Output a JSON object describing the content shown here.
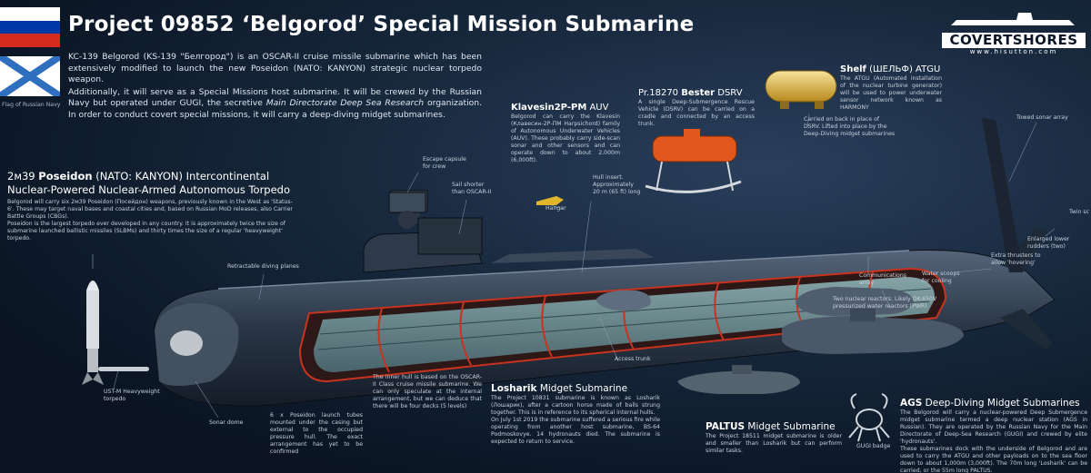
{
  "title": "Project 09852 ‘Belgorod’ Special Mission Submarine",
  "flag_caption": "Flag of Russian Navy",
  "intro": {
    "p1": "KC-139 Belgorod (KS-139 \"Белгород\") is an OSCAR-II cruise missile submarine which has been extensively modified to launch the new Poseidon (NATO: KANYON) strategic nuclear torpedo weapon.",
    "p2_pre": "Additionally, it will serve as a Special Missions host submarine. It will be crewed by the Russian Navy but operated under GUGI, the secretive ",
    "p2_em": "Main Directorate Deep Sea Research",
    "p2_post": " organization. In order to conduct covert special missions, it will carry a deep-diving midget submarines."
  },
  "logo": {
    "name": "COVERTSHORES",
    "url": "www.hisutton.com"
  },
  "poseidon": {
    "title_code": "2м39",
    "title_bold": "Poseidon",
    "title_rest": " (NATO: KANYON) Intercontinental",
    "subtitle": "Nuclear-Powered Nuclear-Armed Autonomous Torpedo",
    "body1": "Belgorod will carry six 2м39 Poseidon (Посейдон) weapons, previously known in the West as 'Status-6'. These may target naval bases and coastal cities and, based on Russian MoD releases, also Carrier Battle Groups (CBGs).",
    "body2": "Poseidon is the largest torpedo ever developed in any country. It is approximately twice the size of submarine launched ballistic missiles (SLBMs) and thirty times the size of a regular 'heavyweight' torpedo."
  },
  "labels": {
    "escape_capsule": "Escape capsule\nfor crew",
    "sail_shorter": "Sail shorter\nthan OSCAR-II",
    "retractable_planes": "Retractable diving planes",
    "hangar": "Hangar",
    "hull_insert": "Hull insert.\nApproximately\n20 m (65 ft) long",
    "towed_array": "Towed sonar array",
    "twin_screws": "Twin sc",
    "enlarged_rudders": "Enlarged lower\nrudders (two)",
    "thrusters": "Extra thrusters to\nallow 'hovering'",
    "comms_array": "Communications\narray",
    "water_scoops": "Water scoops\nfor cooling",
    "reactors": "Two nuclear reactors. Likely OK-650V\npressurized water reactors (PWR)",
    "access_trunk": "Access trunk",
    "sonar_dome": "Sonar dome",
    "torpedo": "UST-M Heavyweight\ntorpedo",
    "launch_tubes": "6 x Poseidon launch tubes mounted under the casing but external to the occupied pressure hull. The exact arrangement has yet to be confirmed",
    "inner_hull": "The inner hull is based on the OSCAR-II Class cruise missile submarine. We can only speculate at the internal arrangement, but we can deduce that there will be four decks (5 levels)"
  },
  "klavesin": {
    "title": "Klavesin2P-PM",
    "title_suffix": " AUV",
    "body": "Belgorod can carry the Klavesin (Клавесин-2Р-ПМ Harpsichord) family of Autonomous Underwater Vehicles (AUV). These probably carry side-scan sonar and other sensors and can operate down to about 2,000m (6,000ft)."
  },
  "bester": {
    "title_pre": "Pr.18270 ",
    "title_bold": "Bester",
    "title_suffix": " DSRV",
    "body": "A single Deep-Submergence Rescue Vehicle (DSRV) can be carried on a cradle and connected by an access trunk."
  },
  "shelf": {
    "title_bold": "Shelf",
    "title_rest": " (ШЕЛЬФ) ATGU",
    "body": "The ATGU (Automated installation of the nuclear turbine generator) will be used to power underwater sensor network known as HARMONY",
    "note": "Carried on back in place of DSRV. Lifted into place by the Deep-Diving midget submarines"
  },
  "losharik": {
    "title_bold": "Losharik",
    "title_rest": " Midget Submarine",
    "body1": "The Project 10831 submarine is known as Losharik (Лошарик), after a cartoon horse made of balls strung together. This is in reference to its spherical internal hulls.",
    "body2": "On July 1st 2019 the submarine suffered a serious fire while operating from another host submarine, BS-64 Podmoskovye. 14 hydronauts died. The submarine is expected to return to service."
  },
  "paltus": {
    "title_bold": "PALTUS",
    "title_rest": " Midget Submarine",
    "body": "The Project 18511 midget submarine is older and smaller than Losharik but can perform similar tasks."
  },
  "ags": {
    "title_bold": "AGS",
    "title_rest": " Deep-Diving Midget Submarines",
    "body1": "The Belgorod will carry a nuclear-powered Deep Submergence midget submarine termed a deep nuclear station (AGS in Russian). They are operated by the Russian Navy for the Main Directorate of Deep-Sea Research (GUGI) and crewed by elite 'hydronauts'.",
    "body2": "These submarines dock with the underside of Belgorod and are used to carry the ATGU and other payloads on to the sea floor down to about 1,000m (3,000ft). The 70m long 'Losharik' can be carried, or the 55m long PALTUS.",
    "badge": "GUGI badge"
  },
  "colors": {
    "accent": "#8fc6ff",
    "hull": "#1e2b3a",
    "section": "#c8321e",
    "flag_red": "#d52b1e",
    "flag_blue": "#0039a6"
  }
}
